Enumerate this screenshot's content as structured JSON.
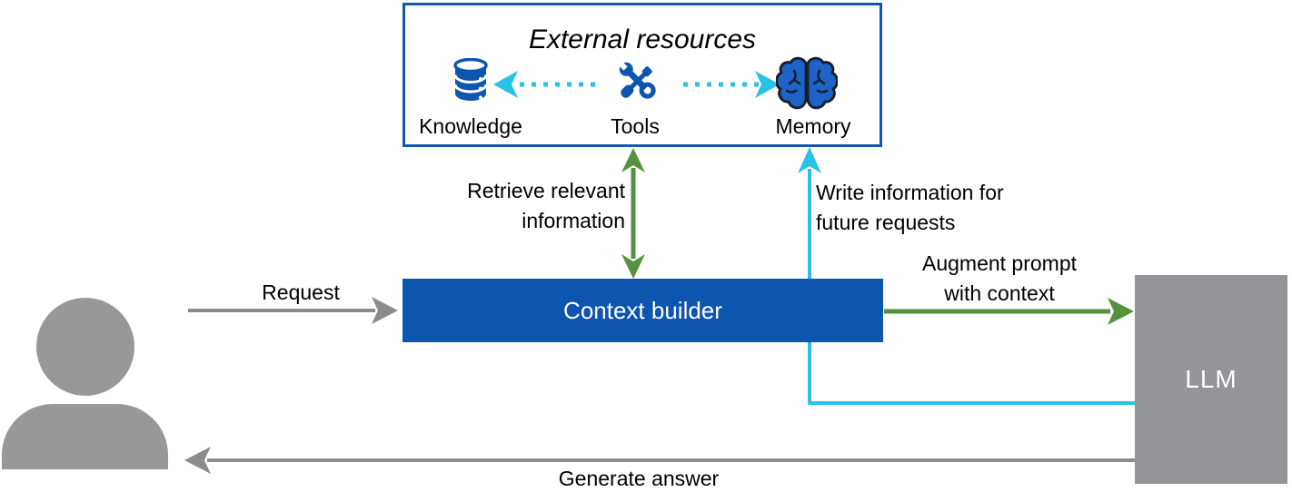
{
  "external_resources": {
    "title": "External resources",
    "items": [
      {
        "label": "Knowledge",
        "icon": "database-icon"
      },
      {
        "label": "Tools",
        "icon": "tools-icon"
      },
      {
        "label": "Memory",
        "icon": "brain-icon"
      }
    ]
  },
  "nodes": {
    "user": {
      "icon": "person-icon"
    },
    "context_builder": {
      "label": "Context builder"
    },
    "llm": {
      "label": "LLM"
    }
  },
  "labels": {
    "request": "Request",
    "retrieve": "Retrieve relevant\ninformation",
    "write": "Write information for\nfuture requests",
    "augment": "Augment prompt\nwith context",
    "generate": "Generate answer"
  },
  "colors": {
    "blue": "#0d55ae",
    "green": "#55913e",
    "cyan": "#29c2e6",
    "llm_gray": "#939598",
    "arrow_gray": "#8c8c8e",
    "person_gray": "#98989a"
  }
}
